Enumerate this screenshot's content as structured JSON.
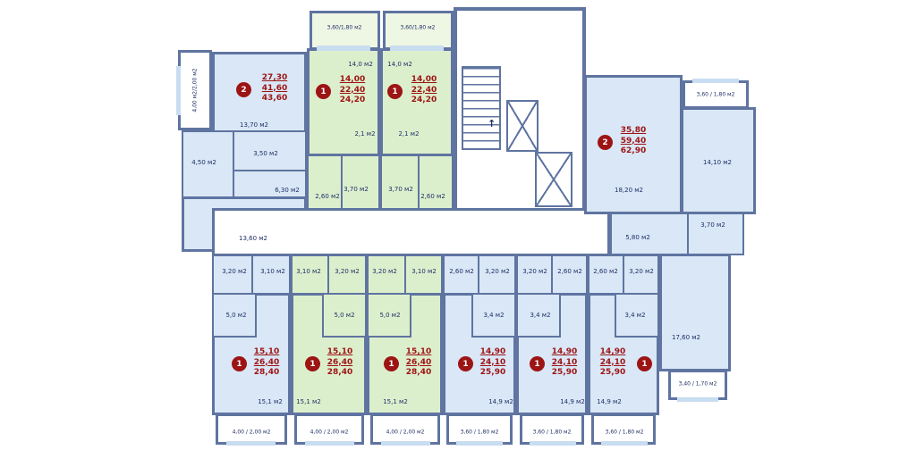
{
  "title": "residential-floor-plan",
  "palette": {
    "wall": "#5f74a0",
    "apartment_blue": "#d9e7f6",
    "apartment_green": "#dcefcd",
    "badge_red": "#9d1414",
    "area_text_red": "#9d1414",
    "room_label_navy": "#1f2f66"
  },
  "apartments": {
    "a1": {
      "rooms": "2",
      "living": "27,30",
      "usable": "41,60",
      "total": "43,60"
    },
    "a2": {
      "rooms": "1",
      "living": "14,00",
      "usable": "22,40",
      "total": "24,20"
    },
    "a3": {
      "rooms": "1",
      "living": "14,00",
      "usable": "22,40",
      "total": "24,20"
    },
    "a4": {
      "rooms": "2",
      "living": "35,80",
      "usable": "59,40",
      "total": "62,90"
    },
    "a5": {
      "rooms": "1",
      "living": "15,10",
      "usable": "26,40",
      "total": "28,40"
    },
    "a6": {
      "rooms": "1",
      "living": "15,10",
      "usable": "26,40",
      "total": "28,40"
    },
    "a7": {
      "rooms": "1",
      "living": "15,10",
      "usable": "26,40",
      "total": "28,40"
    },
    "a8": {
      "rooms": "1",
      "living": "14,90",
      "usable": "24,10",
      "total": "25,90"
    },
    "a9": {
      "rooms": "1",
      "living": "14,90",
      "usable": "24,10",
      "total": "25,90"
    },
    "a10": {
      "rooms": "1",
      "living": "14,90",
      "usable": "24,10",
      "total": "25,90"
    }
  },
  "labels": {
    "bal_360_180": "3,60/1,80 м2",
    "bal_360_180_sp": "3,60 / 1,80 м2",
    "bal_400_200_v": "4,00 м2/2,00 м2",
    "bal_400_200": "4,00 / 2,00 м2",
    "bal_340_170": "3,40 / 1,70 м2",
    "room14_0": "14,0 м2",
    "room13_70": "13,70 м2",
    "room13_60": "13,60 м2",
    "room18_20": "18,20 м2",
    "room14_10": "14,10 м2",
    "room17_60": "17,60 м2",
    "room15_1": "15,1 м2",
    "room14_9": "14,9 м2",
    "bath3_50": "3,50 м2",
    "wc4_50": "4,50 м2",
    "hall6_30": "6,30 м2",
    "kit2_1": "2,1 м2",
    "bath3_70": "3,70 м2",
    "hall2_60": "2,60 м2",
    "hall5_80": "5,80 м2",
    "kit3_20": "3,20 м2",
    "bath3_10": "3,10 м2",
    "hall5_0": "5,0 м2",
    "bath3_4": "3,4 м2",
    "arrow_up": "↑"
  }
}
